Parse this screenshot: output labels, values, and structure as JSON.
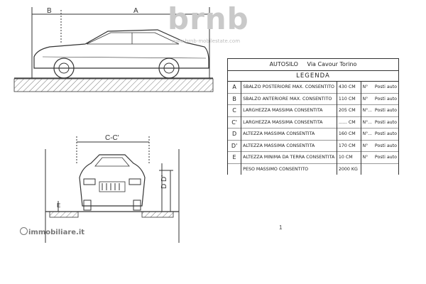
{
  "watermark": {
    "logo": "brnb",
    "url": "www.brnb-mobilestate.com"
  },
  "dimensions": {
    "label_b": "B",
    "label_a": "A",
    "label_cc": "C-C'",
    "label_dd": "D  D'",
    "label_e": "E"
  },
  "legend": {
    "location": "AUTOSILO",
    "address": "Via Cavour Torino",
    "heading": "LEGENDA",
    "rows": [
      {
        "code": "A",
        "desc": "SBALZO POSTERIORE MAX. CONSENTITO",
        "value": "430",
        "unit": "CM",
        "num": "N°",
        "posti": "Posti auto"
      },
      {
        "code": "B",
        "desc": "SBALZO ANTERIORE MAX. CONSENTITO",
        "value": "110",
        "unit": "CM",
        "num": "N°",
        "posti": "Posti auto"
      },
      {
        "code": "C",
        "desc": "LARGHEZZA MASSIMA CONSENTITA",
        "value": "205",
        "unit": "CM",
        "num": "N°...",
        "posti": "Posti auto"
      },
      {
        "code": "C'",
        "desc": "LARGHEZZA MASSIMA CONSENTITA",
        "value": "......",
        "unit": "CM",
        "num": "N°...",
        "posti": "Posti auto"
      },
      {
        "code": "D",
        "desc": "ALTEZZA MASSIMA CONSENTITA",
        "value": "160",
        "unit": "CM",
        "num": "N°...",
        "posti": "Posti auto"
      },
      {
        "code": "D'",
        "desc": "ALTEZZA MASSIMA CONSENTITA",
        "value": "170",
        "unit": "CM",
        "num": "N°",
        "posti": "Posti auto"
      },
      {
        "code": "E",
        "desc": "ALTEZZA MINIMA DA TERRA CONSENTITA",
        "value": "10",
        "unit": "CM",
        "num": "N°",
        "posti": "Posti auto"
      }
    ],
    "weight": {
      "desc": "PESO MASSIMO CONSENTITO",
      "value": "2000",
      "unit": "KG"
    }
  },
  "page_number": "1",
  "branding": {
    "immobiliare": "immobiliare.it"
  }
}
